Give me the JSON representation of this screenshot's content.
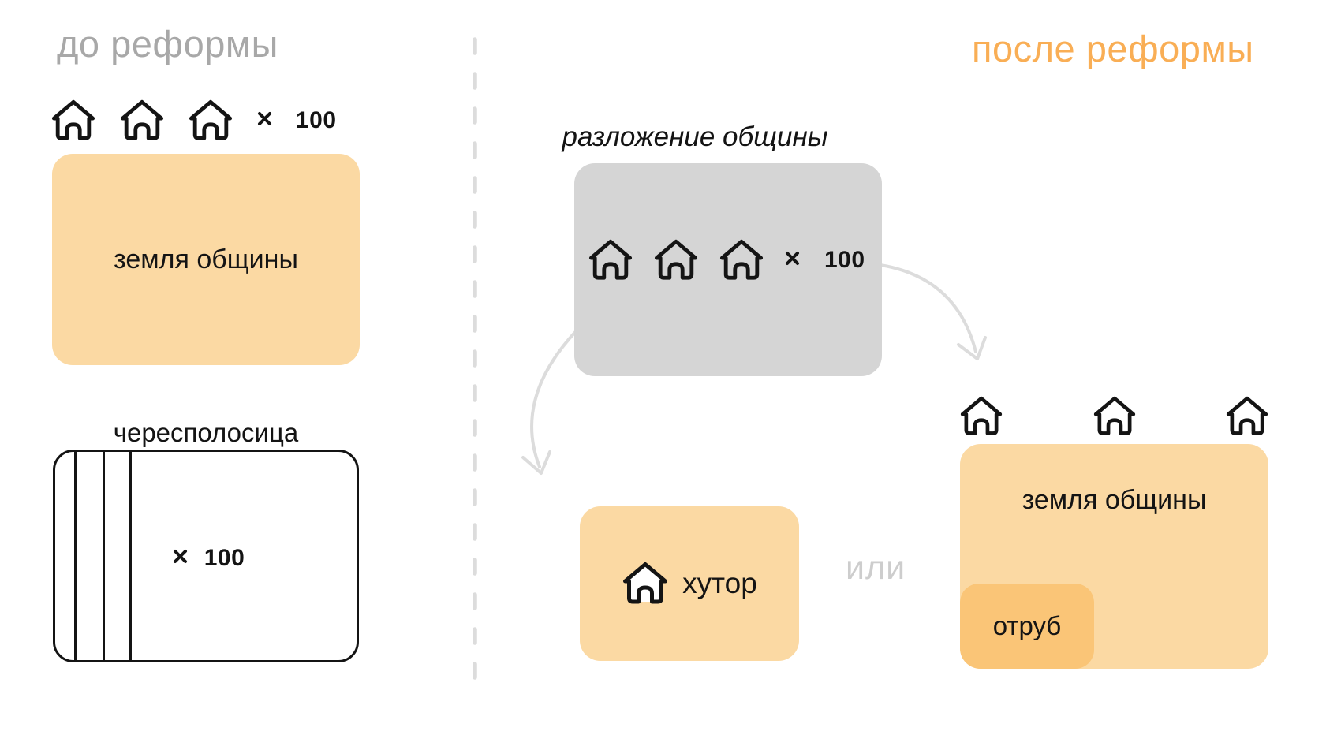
{
  "colors": {
    "peach": "#FBD9A3",
    "otrub_orange": "#FAC577",
    "gray_box": "#D5D5D5",
    "title_gray": "#A8A8A8",
    "title_orange": "#F9AE55",
    "or_gray": "#CDCDCD",
    "arrow_gray": "#DCDCDC",
    "divider_gray": "#DCDCDC",
    "ink": "#141414"
  },
  "before": {
    "title": "до реформы",
    "households_multiplier": "100",
    "community_land_label": "земля общины",
    "strip_farming_label": "чересполосица",
    "strip_farming_multiplier": "100"
  },
  "after": {
    "title": "после реформы",
    "decomposition_label": "разложение общины",
    "households_multiplier": "100",
    "khutor_label": "хутор",
    "or_label": "или",
    "community_land_label": "земля общины",
    "otrub_label": "отруб"
  }
}
